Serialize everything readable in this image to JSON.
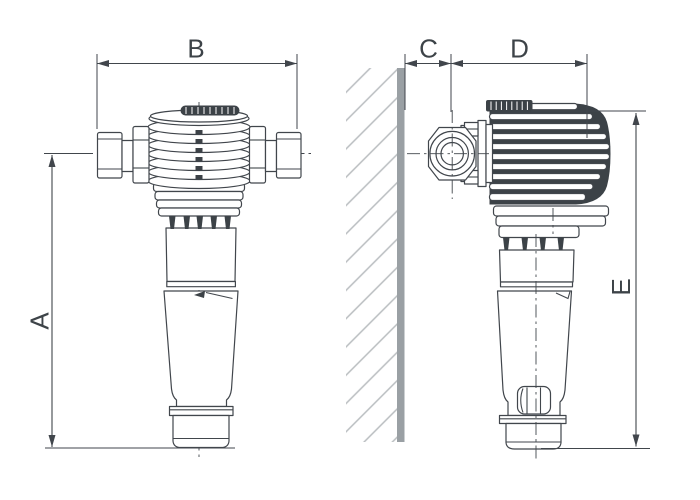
{
  "drawing": {
    "dimension_labels": {
      "a": "A",
      "b": "B",
      "c": "C",
      "d": "D",
      "e": "E"
    }
  },
  "colors": {
    "background": "#ffffff",
    "line": "#41464c",
    "dark_fill": "#3c4247",
    "wall_band": "#9aa0a4",
    "hatch": "#b9bdc0",
    "text": "#3d4348"
  }
}
